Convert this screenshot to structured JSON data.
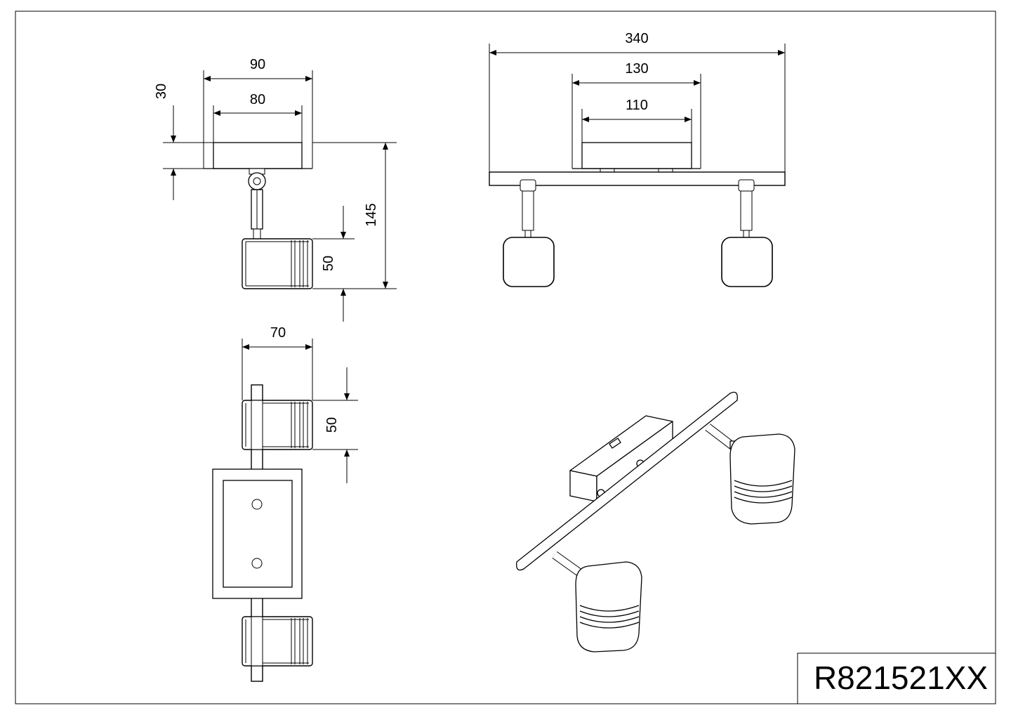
{
  "product_code": "R821521XX",
  "dimensions": {
    "side_width_90": "90",
    "side_width_80": "80",
    "side_depth_30": "30",
    "side_height_145": "145",
    "side_head_50": "50",
    "front_width_340": "340",
    "front_width_130": "130",
    "front_width_110": "110",
    "top_width_70": "70",
    "top_head_50": "50"
  },
  "colors": {
    "line": "#000000",
    "background": "#ffffff"
  }
}
